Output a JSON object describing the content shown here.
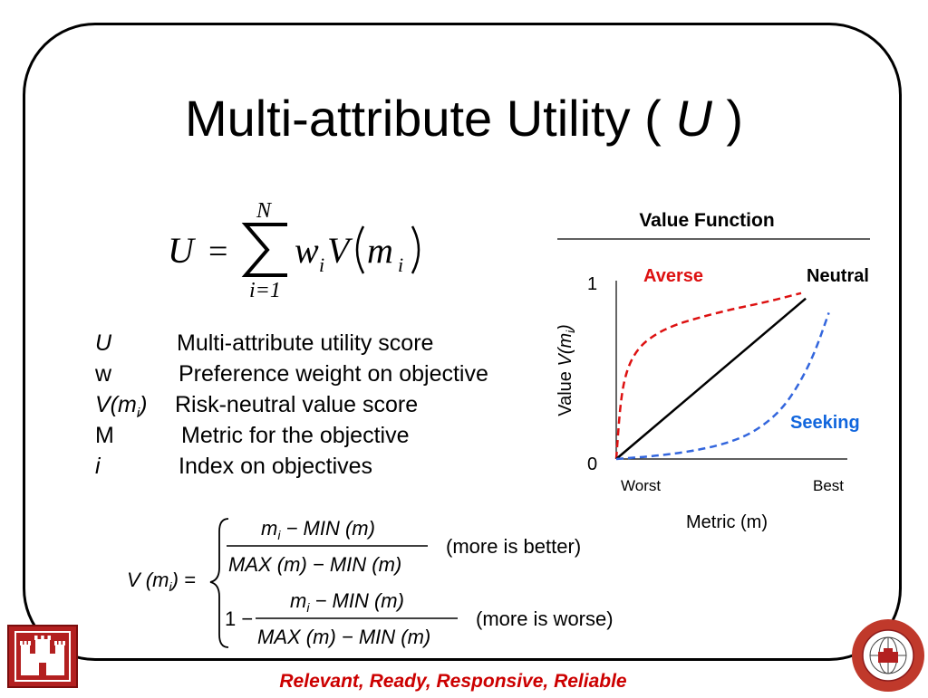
{
  "slide": {
    "title_text": "Multi-attribute Utility (",
    "title_symbol": "U",
    "title_close": ")",
    "footer": "Relevant, Ready, Responsive, Reliable"
  },
  "formula_u": {
    "lhs": "U",
    "equals": "=",
    "upper": "N",
    "lower": "i=1",
    "w": "w",
    "w_sub": "i",
    "v": "V",
    "m": "m",
    "m_sub": "i"
  },
  "legend": [
    {
      "symbol": "U",
      "description": "Multi-attribute utility score"
    },
    {
      "symbol": "w",
      "description": "Preference weight on objective"
    },
    {
      "symbol": "V(m",
      "symbol_sub": "i",
      "symbol_close": ")",
      "description": "Risk-neutral value score"
    },
    {
      "symbol": "M",
      "description": "Metric for the objective"
    },
    {
      "symbol": "i",
      "description": "Index on objectives"
    }
  ],
  "formula_v": {
    "lhs": "V (m",
    "lhs_sub": "i",
    "lhs_close": ") =",
    "case1_num": "m",
    "case1_num_sub": "i",
    "case1_num_rest": " − MIN (m)",
    "case1_den": "MAX (m) − MIN (m)",
    "case1_note": "(more is better)",
    "case2_prefix": "1 −",
    "case2_num": "m",
    "case2_num_sub": "i",
    "case2_num_rest": " − MIN (m)",
    "case2_den": "MAX (m) − MIN (m)",
    "case2_note": "(more is worse)"
  },
  "chart_data": {
    "type": "line",
    "title": "Value Function",
    "xlabel": "Metric (m)",
    "ylabel_prefix": "Value ",
    "ylabel_v": "V(m",
    "ylabel_sub": "i",
    "ylabel_close": ")",
    "x_tick_labels": [
      "Worst",
      "Best"
    ],
    "y_tick_labels": [
      "0",
      "1"
    ],
    "xlim": [
      0,
      1
    ],
    "ylim": [
      0,
      1
    ],
    "series": [
      {
        "name": "Averse",
        "color": "#dd1111",
        "dash": true,
        "x": [
          0,
          0.02,
          0.05,
          0.1,
          0.17,
          0.25,
          0.35,
          0.5,
          0.65,
          0.8
        ],
        "y": [
          0,
          0.35,
          0.52,
          0.63,
          0.7,
          0.75,
          0.79,
          0.84,
          0.88,
          0.93
        ]
      },
      {
        "name": "Neutral",
        "color": "#000000",
        "dash": false,
        "x": [
          0,
          0.82
        ],
        "y": [
          0,
          0.9
        ]
      },
      {
        "name": "Seeking",
        "color": "#3366dd",
        "dash": true,
        "x": [
          0,
          0.2,
          0.4,
          0.55,
          0.65,
          0.73,
          0.8,
          0.86,
          0.92
        ],
        "y": [
          0,
          0.02,
          0.06,
          0.12,
          0.2,
          0.3,
          0.44,
          0.6,
          0.82
        ]
      }
    ],
    "label_colors": {
      "Averse": "#dd1111",
      "Neutral": "#000000",
      "Seeking": "#1166dd"
    }
  }
}
